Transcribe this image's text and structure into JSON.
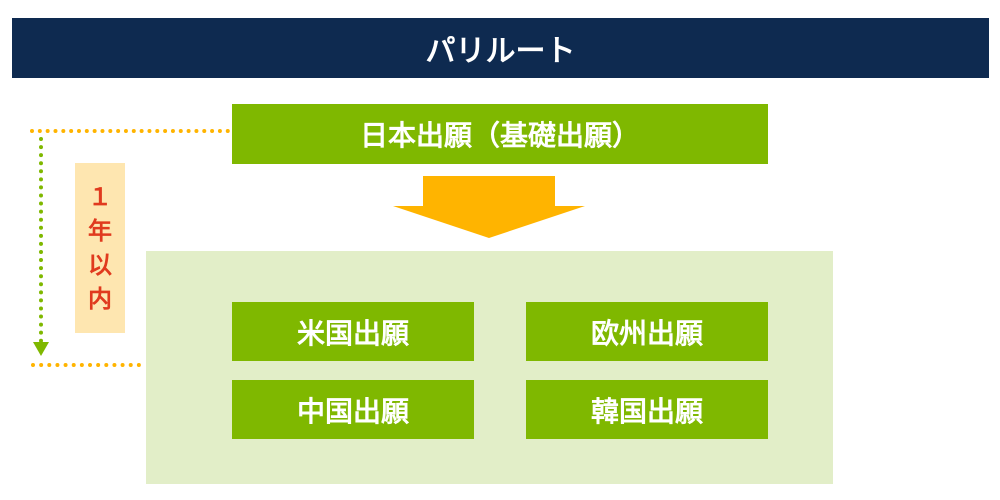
{
  "title": "パリルート",
  "base_application": "日本出願（基礎出願）",
  "period_label": [
    "１",
    "年",
    "以",
    "内"
  ],
  "applications": [
    "米国出願",
    "欧州出願",
    "中国出願",
    "韓国出願"
  ],
  "colors": {
    "header": "#0e2a50",
    "green": "#7fb800",
    "panel": "#e2eec8",
    "arrow": "#ffb400",
    "label_bg": "#fee6b0",
    "label_text": "#e03a1e"
  }
}
